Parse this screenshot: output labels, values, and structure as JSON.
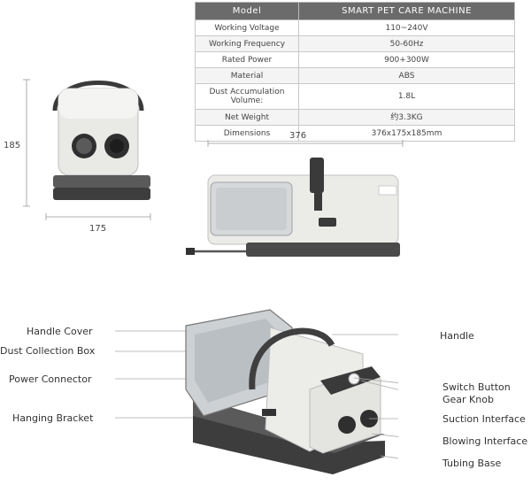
{
  "spec_table": {
    "header": [
      "Model",
      "SMART PET CARE MACHINE"
    ],
    "rows": [
      [
        "Working Voltage",
        "110~240V"
      ],
      [
        "Working Frequency",
        "50-60Hz"
      ],
      [
        "Rated Power",
        "900+300W"
      ],
      [
        "Material",
        "ABS"
      ],
      [
        "Dust Accumulation\nVolume:",
        "1.8L"
      ],
      [
        "Net Weight",
        "约3.3KG"
      ],
      [
        "Dimensions",
        "376x175x185mm"
      ]
    ]
  },
  "dimensions": {
    "front_height": "185",
    "front_width": "175",
    "side_length": "376"
  },
  "callouts": {
    "left": [
      "Handle Cover",
      "Dust Collection Box",
      "Power Connector",
      "Hanging Bracket"
    ],
    "right": [
      "Handle",
      "Switch Button",
      "Gear Knob",
      "Suction Interface",
      "Blowing Interface",
      "Tubing Base"
    ]
  }
}
